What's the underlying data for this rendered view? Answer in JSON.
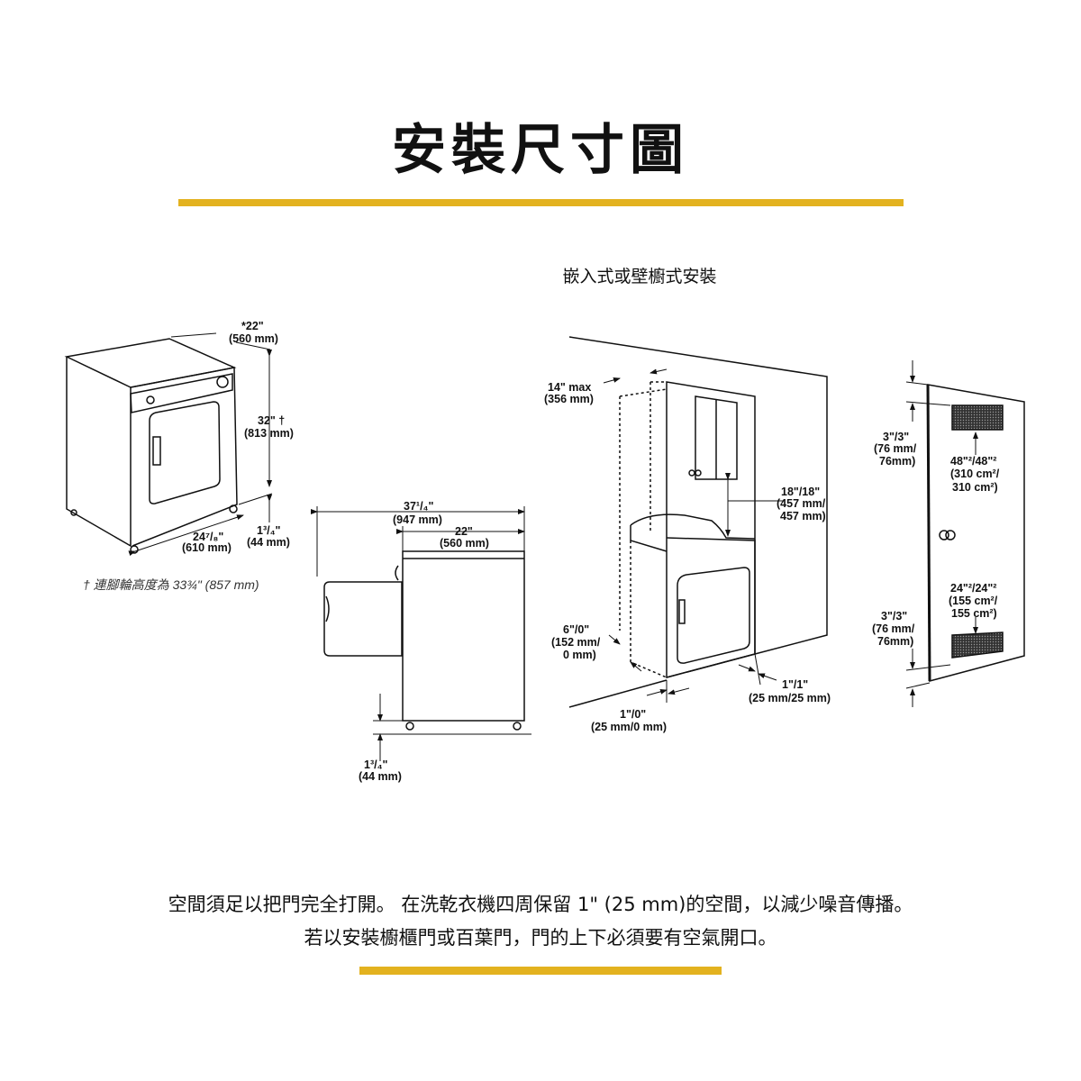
{
  "title": "安裝尺寸圖",
  "subtitle": "嵌入式或壁櫥式安裝",
  "accent_color": "#e3b21f",
  "dryer_front": {
    "width": [
      "*22\"",
      "(560 mm)"
    ],
    "height": [
      "32\" †",
      "(813 mm)"
    ],
    "depth": [
      "24⁷/₈\"",
      "(610 mm)"
    ],
    "feet": [
      "1³/₄\"",
      "(44 mm)"
    ],
    "footnote": "† 連腳輪高度為 33¾\" (857 mm)"
  },
  "dryer_side": {
    "total": [
      "37¹/₄\"",
      "(947 mm)"
    ],
    "depth": [
      "22\"",
      "(560 mm)"
    ],
    "feet": [
      "1³/₄\"",
      "(44 mm)"
    ]
  },
  "closet": {
    "max_depth": [
      "14\" max",
      "(356 mm)"
    ],
    "cabinet_gap": [
      "18\"/18\"",
      "(457 mm/",
      "457 mm)"
    ],
    "side_gap": [
      "6\"/0\"",
      "(152 mm/",
      "0 mm)"
    ],
    "bottom_gap": [
      "1\"/0\"",
      "(25 mm/0 mm)"
    ],
    "right_gap": [
      "1\"/1\"",
      "(25 mm/25 mm)"
    ]
  },
  "door": {
    "top_gap": [
      "3\"/3\"",
      "(76 mm/",
      "76mm)"
    ],
    "vent_top": [
      "48\"²/48\"²",
      "(310 cm²/",
      "310 cm²)"
    ],
    "vent_bottom": [
      "24\"²/24\"²",
      "(155 cm²/",
      "155 cm²)"
    ],
    "bottom_gap": [
      "3\"/3\"",
      "(76 mm/",
      "76mm)"
    ]
  },
  "notes": [
    "空間須足以把門完全打開。 在洗乾衣機四周保留 1\" (25 mm)的空間，以減少噪音傳播。",
    "若以安裝櫥櫃門或百葉門，門的上下必須要有空氣開口。"
  ]
}
